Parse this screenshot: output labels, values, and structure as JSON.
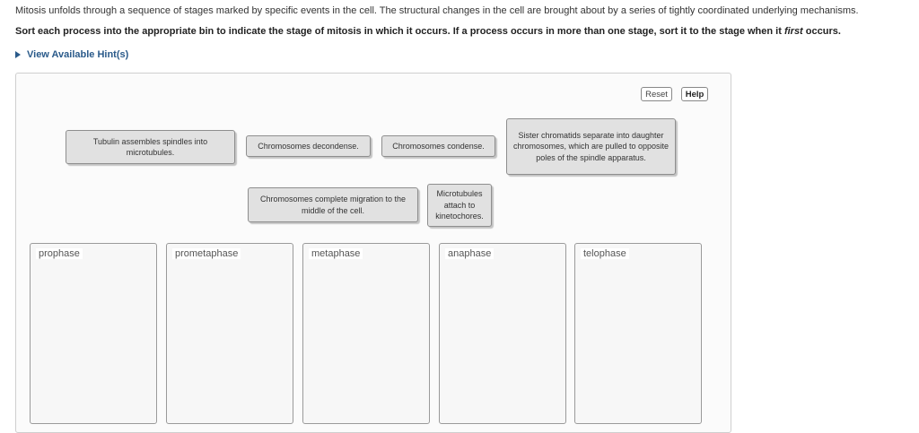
{
  "intro": "Mitosis unfolds through a sequence of stages marked by specific events in the cell. The structural changes in the cell are brought about by a series of tightly coordinated underlying mechanisms.",
  "instruction": {
    "part1": "Sort each process into the appropriate bin to indicate the stage of mitosis in which it occurs. If a process occurs in more than one stage, sort it to the stage when it ",
    "emphasis": "first",
    "part2": " occurs."
  },
  "hint_label": "View Available Hint(s)",
  "buttons": {
    "reset": "Reset",
    "help": "Help"
  },
  "tiles": {
    "tubulin": "Tubulin assembles spindles into microtubules.",
    "decondense": "Chromosomes decondense.",
    "condense": "Chromosomes condense.",
    "sister": "Sister chromatids separate into daughter chromosomes, which are pulled to opposite poles of the spindle apparatus.",
    "migration": "Chromosomes complete migration to the middle of the cell.",
    "microtubules": "Microtubules attach to kinetochores."
  },
  "bins": [
    "prophase",
    "prometaphase",
    "metaphase",
    "anaphase",
    "telophase"
  ]
}
